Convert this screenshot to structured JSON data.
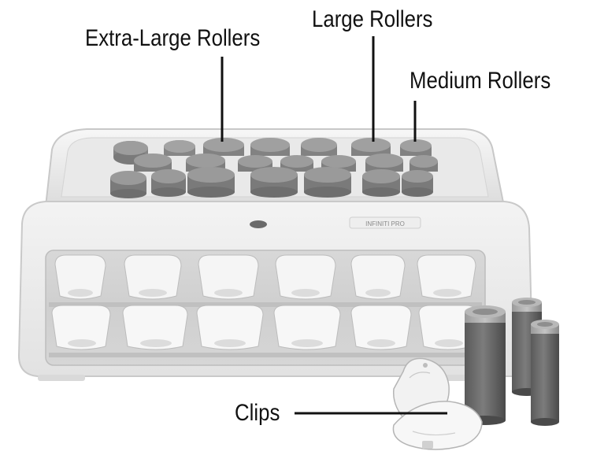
{
  "labels": {
    "extra_large": "Extra-Large Rollers",
    "large": "Large Rollers",
    "medium": "Medium Rollers",
    "clips": "Clips"
  },
  "device_badge": "INFINITI PRO",
  "colors": {
    "background": "#ffffff",
    "label_text": "#111111",
    "leader_line": "#111111",
    "roller_gray": "#8e8e8e",
    "case_white": "#f4f4f4"
  },
  "icons": [
    "roller-icon",
    "clip-icon",
    "power-button-icon"
  ]
}
